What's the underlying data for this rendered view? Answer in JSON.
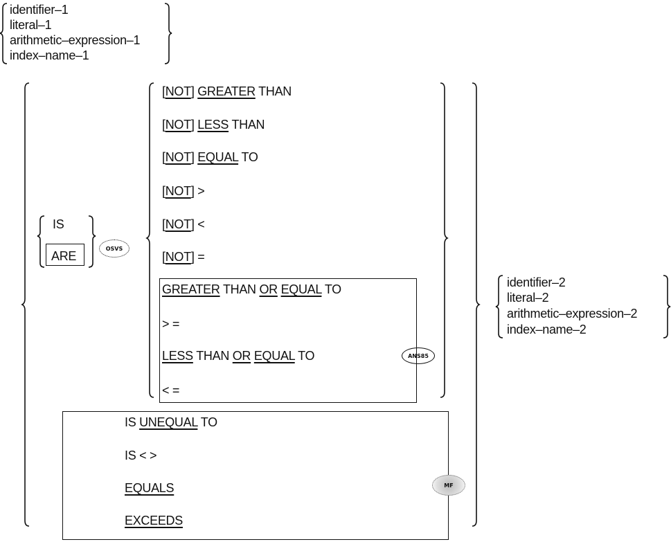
{
  "operand_1": [
    "identifier–1",
    "literal–1",
    "arithmetic–expression–1",
    "index–name–1"
  ],
  "operand_2": [
    "identifier–2",
    "literal–2",
    "arithmetic–expression–2",
    "index–name–2"
  ],
  "verb": {
    "is": "IS",
    "are": "ARE",
    "badge": "OSVS"
  },
  "not_keyword": "NOT",
  "relations": [
    {
      "kw": "GREATER",
      "rest": " THAN"
    },
    {
      "kw": "LESS",
      "rest": " THAN"
    },
    {
      "kw": "EQUAL",
      "rest": " TO"
    },
    {
      "kw": "",
      "rest": " >"
    },
    {
      "kw": "",
      "rest": " <"
    },
    {
      "kw": "",
      "rest": " ="
    }
  ],
  "ansi85_box": {
    "badge": "ANS85",
    "gte": {
      "a": "GREATER",
      "b": " THAN ",
      "c": "OR",
      "d": " ",
      "e": "EQUAL",
      "f": " TO"
    },
    "gte_symbol": "> =",
    "lte": {
      "a": "LESS",
      "b": " THAN ",
      "c": "OR",
      "d": " ",
      "e": "EQUAL",
      "f": " TO"
    },
    "lte_symbol": "< ="
  },
  "mf_box": {
    "badge": "MF",
    "unequal": {
      "a": "IS ",
      "b": "UNEQUAL",
      "c": " TO"
    },
    "not_equal_symbol": "IS < >",
    "equals": "EQUALS",
    "exceeds": "EXCEEDS"
  }
}
